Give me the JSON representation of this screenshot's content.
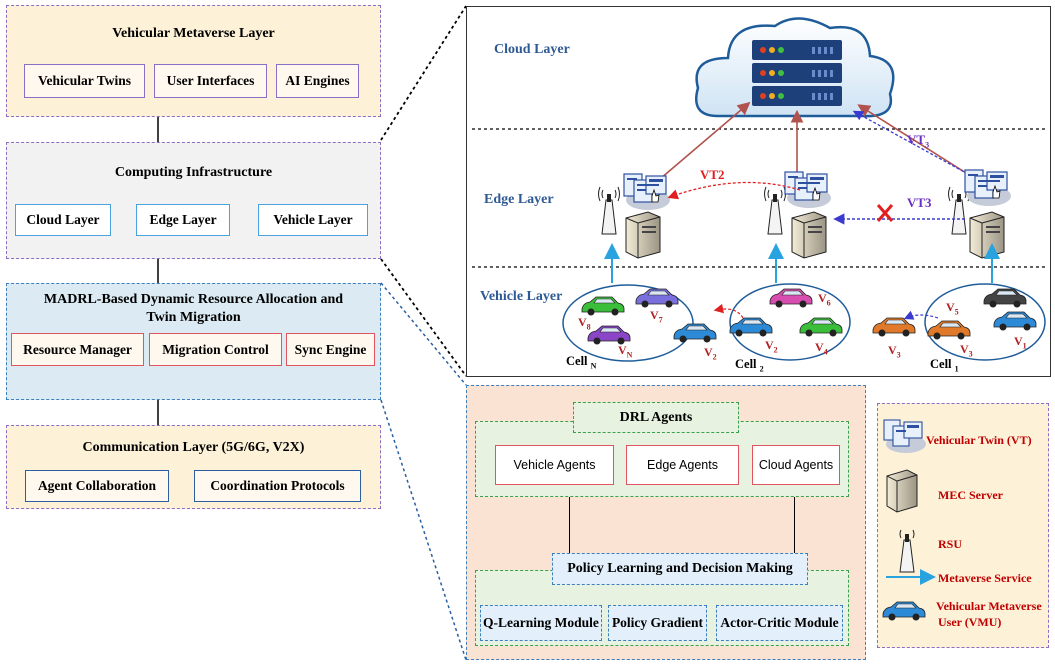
{
  "metaverse": {
    "title": "Vehicular Metaverse Layer",
    "items": [
      "Vehicular Twins",
      "User Interfaces",
      "AI Engines"
    ]
  },
  "computing": {
    "title": "Computing Infrastructure",
    "items": [
      "Cloud Layer",
      "Edge Layer",
      "Vehicle Layer"
    ]
  },
  "madrl": {
    "title_line1": "MADRL-Based Dynamic Resource Allocation and",
    "title_line2": "Twin Migration",
    "items": [
      "Resource Manager",
      "Migration Control",
      "Sync Engine"
    ]
  },
  "communication": {
    "title": "Communication Layer (5G/6G, V2X)",
    "items": [
      "Agent Collaboration",
      "Coordination Protocols"
    ]
  },
  "scene": {
    "layers": {
      "cloud": "Cloud Layer",
      "edge": "Edge Layer",
      "vehicle": "Vehicle Layer"
    },
    "migration_labels": {
      "vt2": "VT2",
      "vt3": "VT3",
      "vt3_cloud": "VT",
      "vt3_cloud_sub": "3"
    },
    "cells": [
      {
        "main": "Cell",
        "sub": "N"
      },
      {
        "main": "Cell",
        "sub": "2"
      },
      {
        "main": "Cell",
        "sub": "1"
      }
    ],
    "vehicles": {
      "v8": {
        "main": "V",
        "sub": "8"
      },
      "v7": {
        "main": "V",
        "sub": "7"
      },
      "vn": {
        "main": "V",
        "sub": "N"
      },
      "v2a": {
        "main": "V",
        "sub": "2"
      },
      "v2b": {
        "main": "V",
        "sub": "2"
      },
      "v6": {
        "main": "V",
        "sub": "6"
      },
      "v4": {
        "main": "V",
        "sub": "4"
      },
      "v3a": {
        "main": "V",
        "sub": "3"
      },
      "v5": {
        "main": "V",
        "sub": "5"
      },
      "v3b": {
        "main": "V",
        "sub": "3"
      },
      "v1": {
        "main": "V",
        "sub": "1"
      }
    }
  },
  "drl": {
    "title": "DRL  Agents",
    "agents": [
      "Vehicle  Agents",
      "Edge Agents",
      "Cloud Agents"
    ],
    "policy_title": "Policy Learning and Decision Making",
    "modules": [
      "Q-Learning  Module",
      "Policy Gradient",
      "Actor-Critic Module"
    ]
  },
  "legend": {
    "vt": "Vehicular Twin (VT)",
    "mec": "MEC Server",
    "rsu": "RSU",
    "service": "Metaverse Service",
    "vmu_line1": "Vehicular Metaverse",
    "vmu_line2": "User (VMU)"
  },
  "colors": {
    "arrow_up": "#b0524d",
    "arrow_service": "#29a3df",
    "migration_red": "#e02020",
    "migration_blue": "#3a3ad0",
    "layer_title": "#2f5a94",
    "legend_text": "#c00000"
  }
}
